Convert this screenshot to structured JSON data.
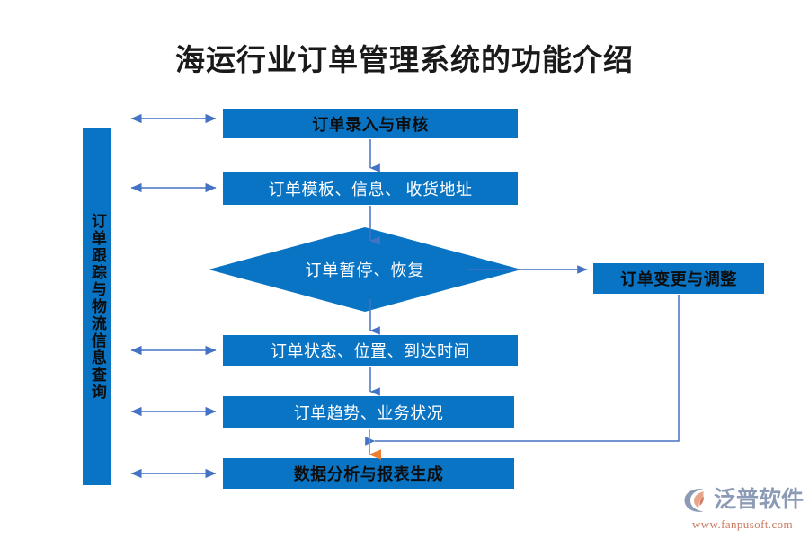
{
  "title": "海运行业订单管理系统的功能介绍",
  "colors": {
    "node_fill": "#0a74c4",
    "connector": "#4472c4",
    "feedback_arrow": "#ed7d31",
    "text_dark": "#0d0d0d",
    "text_light": "#ffffff",
    "background": "#ffffff"
  },
  "side_bar": {
    "label": "订单跟踪与物流信息查询"
  },
  "nodes": [
    {
      "id": "order-entry-review",
      "label": "订单录入与审核",
      "shape": "rect",
      "text_style": "dark"
    },
    {
      "id": "order-template-info",
      "label": "订单模板、信息、 收货地址",
      "shape": "rect",
      "text_style": "light"
    },
    {
      "id": "order-pause-resume",
      "label": "订单暂停、恢复",
      "shape": "diamond",
      "text_style": "light"
    },
    {
      "id": "order-change-adjust",
      "label": "订单变更与调整",
      "shape": "rect",
      "text_style": "dark"
    },
    {
      "id": "order-status-location",
      "label": "订单状态、位置、到达时间",
      "shape": "rect",
      "text_style": "light"
    },
    {
      "id": "order-trend-business",
      "label": "订单趋势、业务状况",
      "shape": "rect",
      "text_style": "light"
    },
    {
      "id": "data-analysis-report",
      "label": "数据分析与报表生成",
      "shape": "rect",
      "text_style": "dark"
    }
  ],
  "connectors": [
    {
      "id": "sidebar-to-order-entry",
      "type": "double-arrow",
      "color": "#4472c4"
    },
    {
      "id": "sidebar-to-order-template",
      "type": "double-arrow",
      "color": "#4472c4"
    },
    {
      "id": "sidebar-to-order-status",
      "type": "double-arrow",
      "color": "#4472c4"
    },
    {
      "id": "sidebar-to-order-trend",
      "type": "double-arrow",
      "color": "#4472c4"
    },
    {
      "id": "sidebar-to-data-analysis",
      "type": "double-arrow",
      "color": "#4472c4"
    },
    {
      "id": "entry-to-template",
      "type": "arrow-down",
      "color": "#4472c4"
    },
    {
      "id": "template-to-diamond",
      "type": "arrow-down",
      "color": "#4472c4"
    },
    {
      "id": "diamond-to-change",
      "type": "arrow-right",
      "color": "#4472c4"
    },
    {
      "id": "diamond-to-status",
      "type": "arrow-down",
      "color": "#4472c4"
    },
    {
      "id": "status-to-trend",
      "type": "arrow-down",
      "color": "#4472c4"
    },
    {
      "id": "change-feedback-to-analysis",
      "type": "elbow-arrow",
      "color": "#4472c4"
    },
    {
      "id": "trend-to-analysis",
      "type": "arrow-down",
      "color": "#ed7d31"
    }
  ],
  "logo": {
    "brand": "泛普软件",
    "url": "www.fanpusoft.com"
  }
}
